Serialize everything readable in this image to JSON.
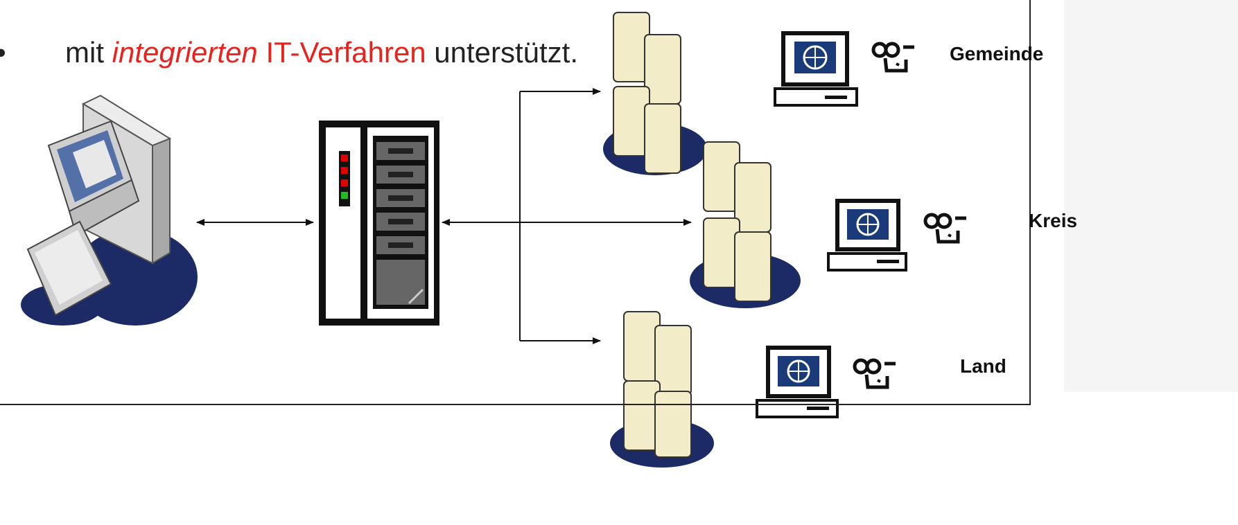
{
  "slide": {
    "bullet_symbol": "•",
    "bullet_prefix": "mit ",
    "bullet_highlight_italic": "integrierten",
    "bullet_highlight_rest": " IT-Verfahren",
    "bullet_suffix": " unterstützt."
  },
  "levels": [
    {
      "label": "Gemeinde"
    },
    {
      "label": "Kreis"
    },
    {
      "label": "Land"
    }
  ],
  "colors": {
    "highlight": "#e8221c",
    "server_body": "#f2ecc8",
    "server_shadow": "#1c2a66",
    "rack": "#111111",
    "led_red": "#e00000",
    "led_green": "#1fbf1f",
    "terminal_screen": "#1a3a7a"
  },
  "icons": {
    "workstation": "desktop-computer-icon",
    "middleware": "server-rack-icon",
    "servers": "server-cluster-icon",
    "terminal": "terminal-computer-icon",
    "user": "user-face-icon"
  }
}
